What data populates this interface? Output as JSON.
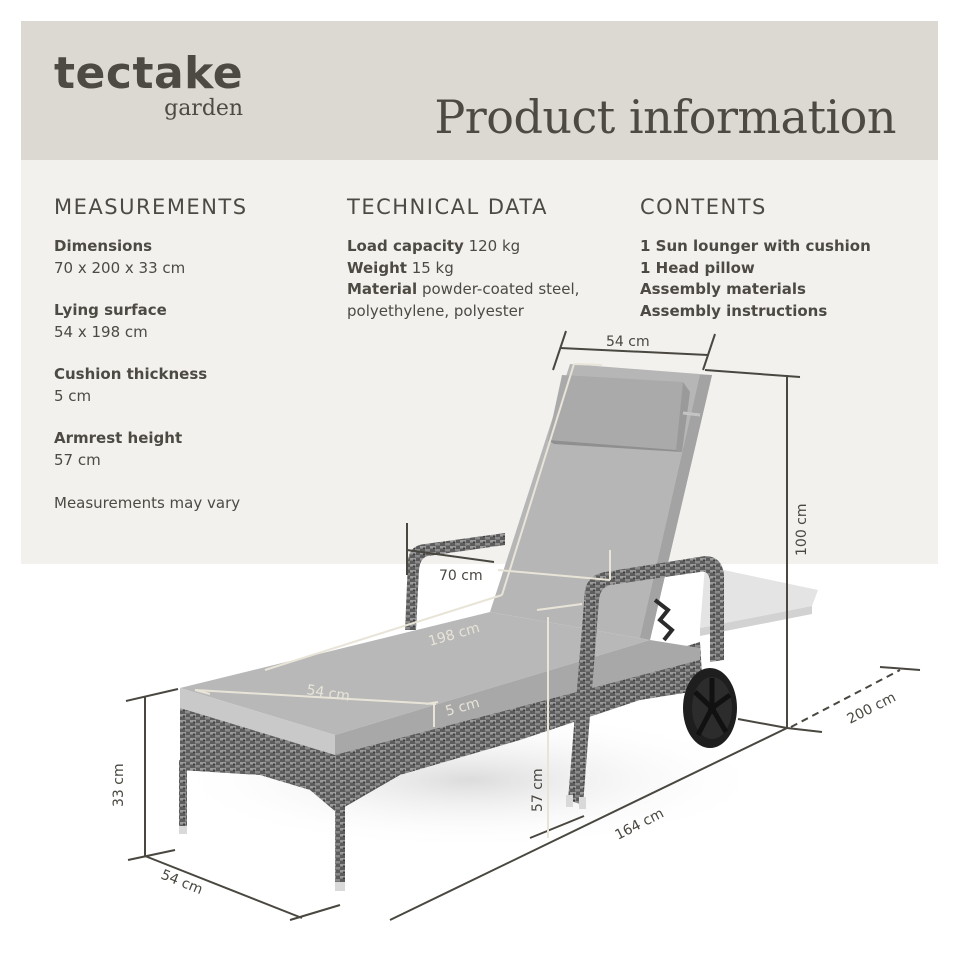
{
  "brand": {
    "name": "tectake",
    "sub": "garden"
  },
  "header": {
    "title": "Product information"
  },
  "colors": {
    "header_bg": "#dcd9d2",
    "panel_bg": "#f2f1ee",
    "text": "#4d4a43",
    "cushion": "#b5b5b5",
    "rattan": "#6b6b6b",
    "dimension_line": "#4a4740",
    "dimension_line_on_cushion": "#e8e4d8"
  },
  "measurements": {
    "heading": "MEASUREMENTS",
    "items": [
      {
        "label": "Dimensions",
        "value": "70 x 200 x 33 cm"
      },
      {
        "label": "Lying surface",
        "value": "54 x 198 cm"
      },
      {
        "label": "Cushion thickness",
        "value": "5 cm"
      },
      {
        "label": "Armrest height",
        "value": "57 cm"
      }
    ],
    "note": "Measurements may vary"
  },
  "technical": {
    "heading": "TECHNICAL DATA",
    "items": [
      {
        "label": "Load capacity",
        "value": "120 kg"
      },
      {
        "label": "Weight",
        "value": "15 kg"
      },
      {
        "label": "Material",
        "value": "powder-coated steel,",
        "value2": "polyethylene, polyester"
      }
    ]
  },
  "contents": {
    "heading": "CONTENTS",
    "items": [
      "1 Sun lounger with cushion",
      "1 Head pillow",
      "Assembly materials",
      "Assembly instructions"
    ]
  },
  "diagram": {
    "labels": {
      "backrest_width": "54 cm",
      "backrest_height": "100 cm",
      "total_width": "70 cm",
      "lying_length": "198 cm",
      "seat_width": "54 cm",
      "cushion_thickness": "5 cm",
      "seat_height": "33 cm",
      "base_width": "54 cm",
      "armrest_height": "57 cm",
      "base_length": "164 cm",
      "total_length": "200 cm"
    }
  }
}
